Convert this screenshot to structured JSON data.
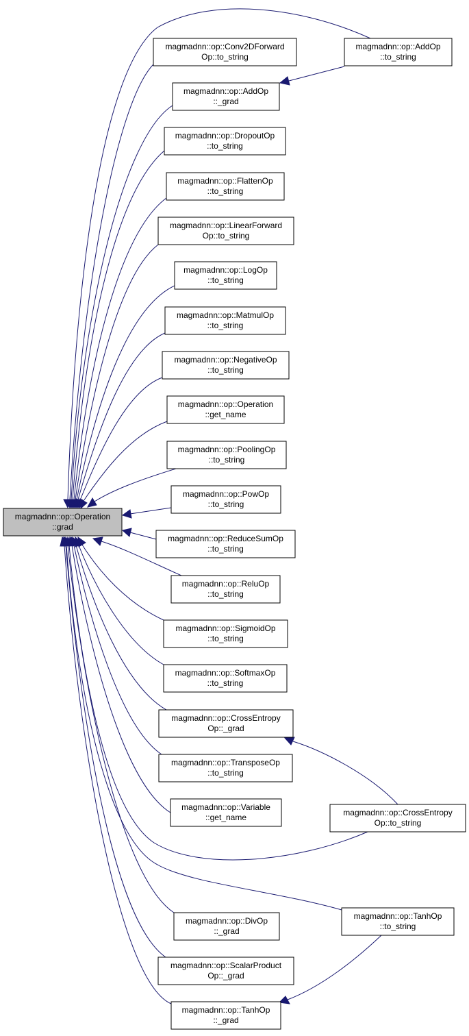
{
  "graph": {
    "root": {
      "id": "root",
      "lines": [
        "magmadnn::op::Operation",
        "::grad"
      ]
    },
    "nodes": [
      {
        "id": "conv2d_to_string",
        "lines": [
          "magmadnn::op::Conv2DForward",
          "Op::to_string"
        ]
      },
      {
        "id": "addop_grad",
        "lines": [
          "magmadnn::op::AddOp",
          "::_grad"
        ]
      },
      {
        "id": "addop_to_string",
        "lines": [
          "magmadnn::op::AddOp",
          "::to_string"
        ]
      },
      {
        "id": "dropout_to_string",
        "lines": [
          "magmadnn::op::DropoutOp",
          "::to_string"
        ]
      },
      {
        "id": "flatten_to_string",
        "lines": [
          "magmadnn::op::FlattenOp",
          "::to_string"
        ]
      },
      {
        "id": "linear_to_string",
        "lines": [
          "magmadnn::op::LinearForward",
          "Op::to_string"
        ]
      },
      {
        "id": "log_to_string",
        "lines": [
          "magmadnn::op::LogOp",
          "::to_string"
        ]
      },
      {
        "id": "matmul_to_string",
        "lines": [
          "magmadnn::op::MatmulOp",
          "::to_string"
        ]
      },
      {
        "id": "negative_to_string",
        "lines": [
          "magmadnn::op::NegativeOp",
          "::to_string"
        ]
      },
      {
        "id": "operation_get_name",
        "lines": [
          "magmadnn::op::Operation",
          "::get_name"
        ]
      },
      {
        "id": "pooling_to_string",
        "lines": [
          "magmadnn::op::PoolingOp",
          "::to_string"
        ]
      },
      {
        "id": "pow_to_string",
        "lines": [
          "magmadnn::op::PowOp",
          "::to_string"
        ]
      },
      {
        "id": "reducesum_to_string",
        "lines": [
          "magmadnn::op::ReduceSumOp",
          "::to_string"
        ]
      },
      {
        "id": "relu_to_string",
        "lines": [
          "magmadnn::op::ReluOp",
          "::to_string"
        ]
      },
      {
        "id": "sigmoid_to_string",
        "lines": [
          "magmadnn::op::SigmoidOp",
          "::to_string"
        ]
      },
      {
        "id": "softmax_to_string",
        "lines": [
          "magmadnn::op::SoftmaxOp",
          "::to_string"
        ]
      },
      {
        "id": "crossentropy_grad",
        "lines": [
          "magmadnn::op::CrossEntropy",
          "Op::_grad"
        ]
      },
      {
        "id": "transpose_to_string",
        "lines": [
          "magmadnn::op::TransposeOp",
          "::to_string"
        ]
      },
      {
        "id": "variable_get_name",
        "lines": [
          "magmadnn::op::Variable",
          "::get_name"
        ]
      },
      {
        "id": "crossentropy_to_string",
        "lines": [
          "magmadnn::op::CrossEntropy",
          "Op::to_string"
        ]
      },
      {
        "id": "div_grad",
        "lines": [
          "magmadnn::op::DivOp",
          "::_grad"
        ]
      },
      {
        "id": "tanh_to_string",
        "lines": [
          "magmadnn::op::TanhOp",
          "::to_string"
        ]
      },
      {
        "id": "scalarproduct_grad",
        "lines": [
          "magmadnn::op::ScalarProduct",
          "Op::_grad"
        ]
      },
      {
        "id": "tanh_grad",
        "lines": [
          "magmadnn::op::TanhOp",
          "::_grad"
        ]
      }
    ],
    "edges": [
      {
        "from": "conv2d_to_string",
        "to": "root"
      },
      {
        "from": "addop_grad",
        "to": "root"
      },
      {
        "from": "addop_to_string",
        "to": "root"
      },
      {
        "from": "dropout_to_string",
        "to": "root"
      },
      {
        "from": "flatten_to_string",
        "to": "root"
      },
      {
        "from": "linear_to_string",
        "to": "root"
      },
      {
        "from": "log_to_string",
        "to": "root"
      },
      {
        "from": "matmul_to_string",
        "to": "root"
      },
      {
        "from": "negative_to_string",
        "to": "root"
      },
      {
        "from": "operation_get_name",
        "to": "root"
      },
      {
        "from": "pooling_to_string",
        "to": "root"
      },
      {
        "from": "pow_to_string",
        "to": "root"
      },
      {
        "from": "reducesum_to_string",
        "to": "root"
      },
      {
        "from": "relu_to_string",
        "to": "root"
      },
      {
        "from": "sigmoid_to_string",
        "to": "root"
      },
      {
        "from": "softmax_to_string",
        "to": "root"
      },
      {
        "from": "crossentropy_grad",
        "to": "root"
      },
      {
        "from": "transpose_to_string",
        "to": "root"
      },
      {
        "from": "variable_get_name",
        "to": "root"
      },
      {
        "from": "crossentropy_to_string",
        "to": "root"
      },
      {
        "from": "div_grad",
        "to": "root"
      },
      {
        "from": "tanh_to_string",
        "to": "root"
      },
      {
        "from": "scalarproduct_grad",
        "to": "root"
      },
      {
        "from": "tanh_grad",
        "to": "root"
      },
      {
        "from": "addop_to_string",
        "to": "addop_grad"
      },
      {
        "from": "crossentropy_to_string",
        "to": "crossentropy_grad"
      },
      {
        "from": "tanh_to_string",
        "to": "tanh_grad"
      }
    ]
  },
  "colors": {
    "edge": "#191970",
    "root_fill": "#bfbfbf",
    "node_fill": "#ffffff",
    "node_border": "#000000"
  }
}
